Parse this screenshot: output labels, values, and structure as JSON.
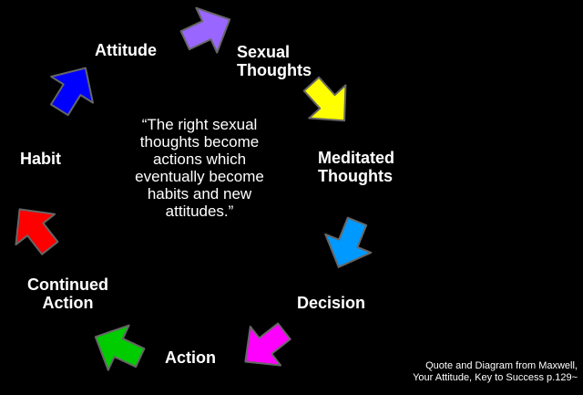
{
  "stages": [
    {
      "id": "attitude",
      "lines": [
        "Attitude"
      ],
      "arrow_color": "#9966ff"
    },
    {
      "id": "sexual-thoughts",
      "lines": [
        "Sexual",
        "Thoughts"
      ],
      "arrow_color": "#ffff00"
    },
    {
      "id": "meditated-thoughts",
      "lines": [
        "Meditated",
        "Thoughts"
      ],
      "arrow_color": "#0099ff"
    },
    {
      "id": "decision",
      "lines": [
        "Decision"
      ],
      "arrow_color": "#ff00ff"
    },
    {
      "id": "action",
      "lines": [
        "Action"
      ],
      "arrow_color": "#00cc00"
    },
    {
      "id": "continued-action",
      "lines": [
        "Continued",
        "Action"
      ],
      "arrow_color": "#ff0000"
    },
    {
      "id": "habit",
      "lines": [
        "Habit"
      ],
      "arrow_color": "#0000ff"
    }
  ],
  "quote": {
    "lines": [
      "“The right sexual",
      "thoughts become",
      "actions which",
      "eventually become",
      "habits and new",
      "attitudes.”"
    ]
  },
  "credit": {
    "lines": [
      "Quote and Diagram from Maxwell,",
      "Your Attitude, Key to Success  p.129~"
    ]
  },
  "colors": {
    "background": "#000000",
    "text": "#ffffff",
    "arrow_outline": "#666666"
  }
}
